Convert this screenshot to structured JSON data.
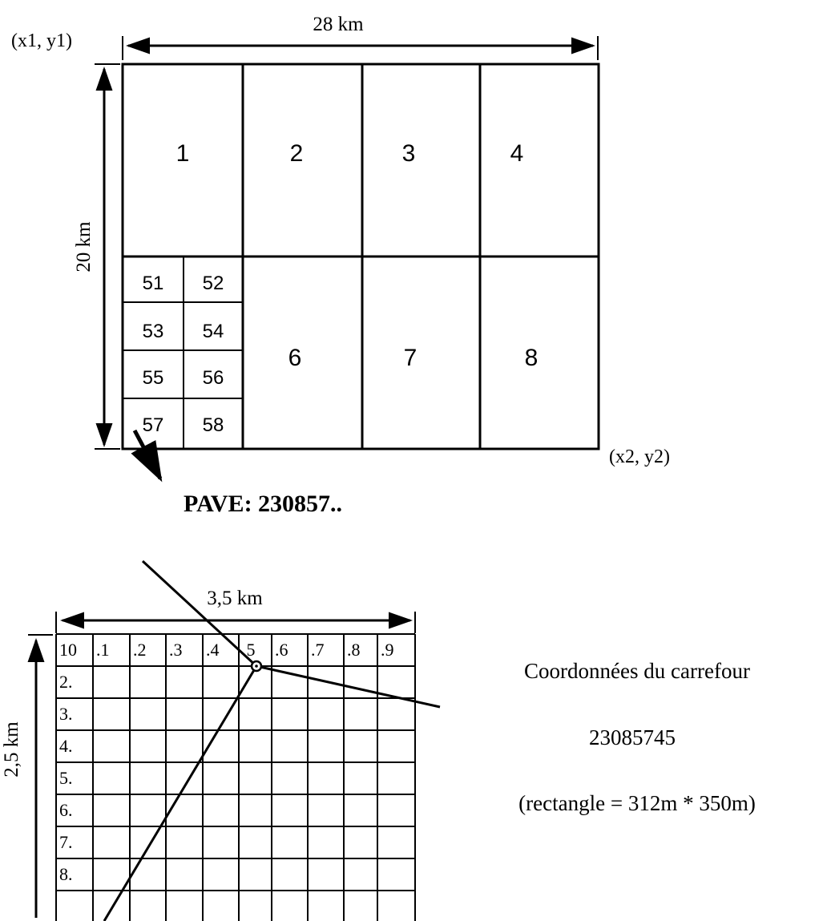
{
  "top_grid": {
    "width_label": "28 km",
    "height_label": "20 km",
    "corner_top_left": "(x1, y1)",
    "corner_bottom_right": "(x2, y2)",
    "big_cells_top": [
      "1",
      "2",
      "3",
      "4"
    ],
    "big_cells_bottom": [
      "6",
      "7",
      "8"
    ],
    "sub_cells": [
      "51",
      "52",
      "53",
      "54",
      "55",
      "56",
      "57",
      "58"
    ],
    "pave_label": "PAVE: 230857.."
  },
  "bottom_grid": {
    "width_label": "3,5 km",
    "height_label": "2,5 km",
    "header_row": [
      "10",
      ".1",
      ".2",
      ".3",
      ".4",
      ".5",
      ".6",
      ".7",
      ".8",
      ".9"
    ],
    "row_labels": [
      "2.",
      "3.",
      "4.",
      "5.",
      "6.",
      "7.",
      "8."
    ]
  },
  "caption": {
    "line1": "Coordonnées du carrefour",
    "line2": "23085745",
    "line3": "(rectangle = 312m * 350m)"
  }
}
